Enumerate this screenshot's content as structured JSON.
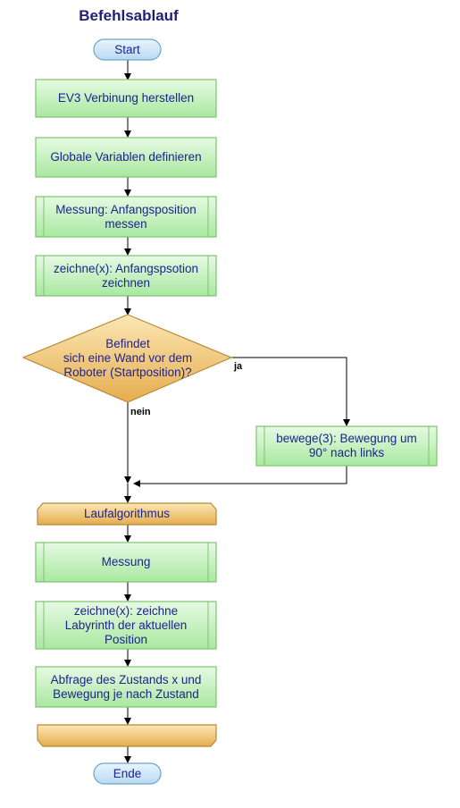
{
  "title": "Befehlsablauf",
  "nodes": {
    "start": "Start",
    "ev3": "EV3 Verbinung herstellen",
    "globals": "Globale Variablen definieren",
    "measure_start": "Messung: Anfangsposition\nmessen",
    "draw_start": "zeichne(x): Anfangspsotion\nzeichnen",
    "decision": "Befindet\nsich eine Wand vor dem\nRoboter (Startposition)?",
    "turn_left": "bewege(3): Bewegung um\n90° nach links",
    "loop_start": "Laufalgorithmus",
    "measure": "Messung",
    "draw_maze": "zeichne(x): zeichne\nLabyrinth der aktuellen\nPosition",
    "query": "Abfrage des Zustands x und\nBewegung je nach Zustand",
    "loop_end": "",
    "end": "Ende"
  },
  "edges": {
    "yes_label": "ja",
    "no_label": "nein"
  },
  "colors": {
    "box_fill_top": "#e6fae3",
    "box_fill_bottom": "#a9e8a0",
    "box_stroke": "#7cc46f",
    "terminal_fill": "#d3e9f8",
    "terminal_stroke": "#6aa3cc",
    "decision_fill_top": "#fbe2a5",
    "decision_fill_bottom": "#eab355",
    "decision_stroke": "#b9893a",
    "text": "#1f2390",
    "title": "#1f1f78"
  }
}
